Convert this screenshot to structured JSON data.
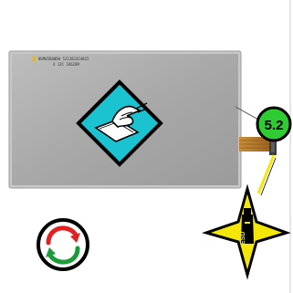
{
  "display_module": {
    "label_line_1": "NUM05B00DH 521282414015",
    "label_line_2": "4 12C 1A6209",
    "panel_color": "#a9a9a9",
    "frame_color": "#c4c4c4"
  },
  "center_warning": {
    "icon": "hand-holding-document-icon",
    "fill_color": "#1bc3d0",
    "border_color": "#000000"
  },
  "callout": {
    "text": "5.2",
    "fill_color": "#2ecc32",
    "border_color": "#000000"
  },
  "esd_warning": {
    "text": "ESD",
    "icon": "esd-hand-star-icon",
    "fill_color": "#f5e60a"
  },
  "recycle_symbol": {
    "icon": "refresh-arrows-icon",
    "ring_color": "#000000",
    "arrow_colors": [
      "#e22222",
      "#1d9a3a"
    ]
  },
  "flex_cable": {
    "color": "#b87a26"
  }
}
